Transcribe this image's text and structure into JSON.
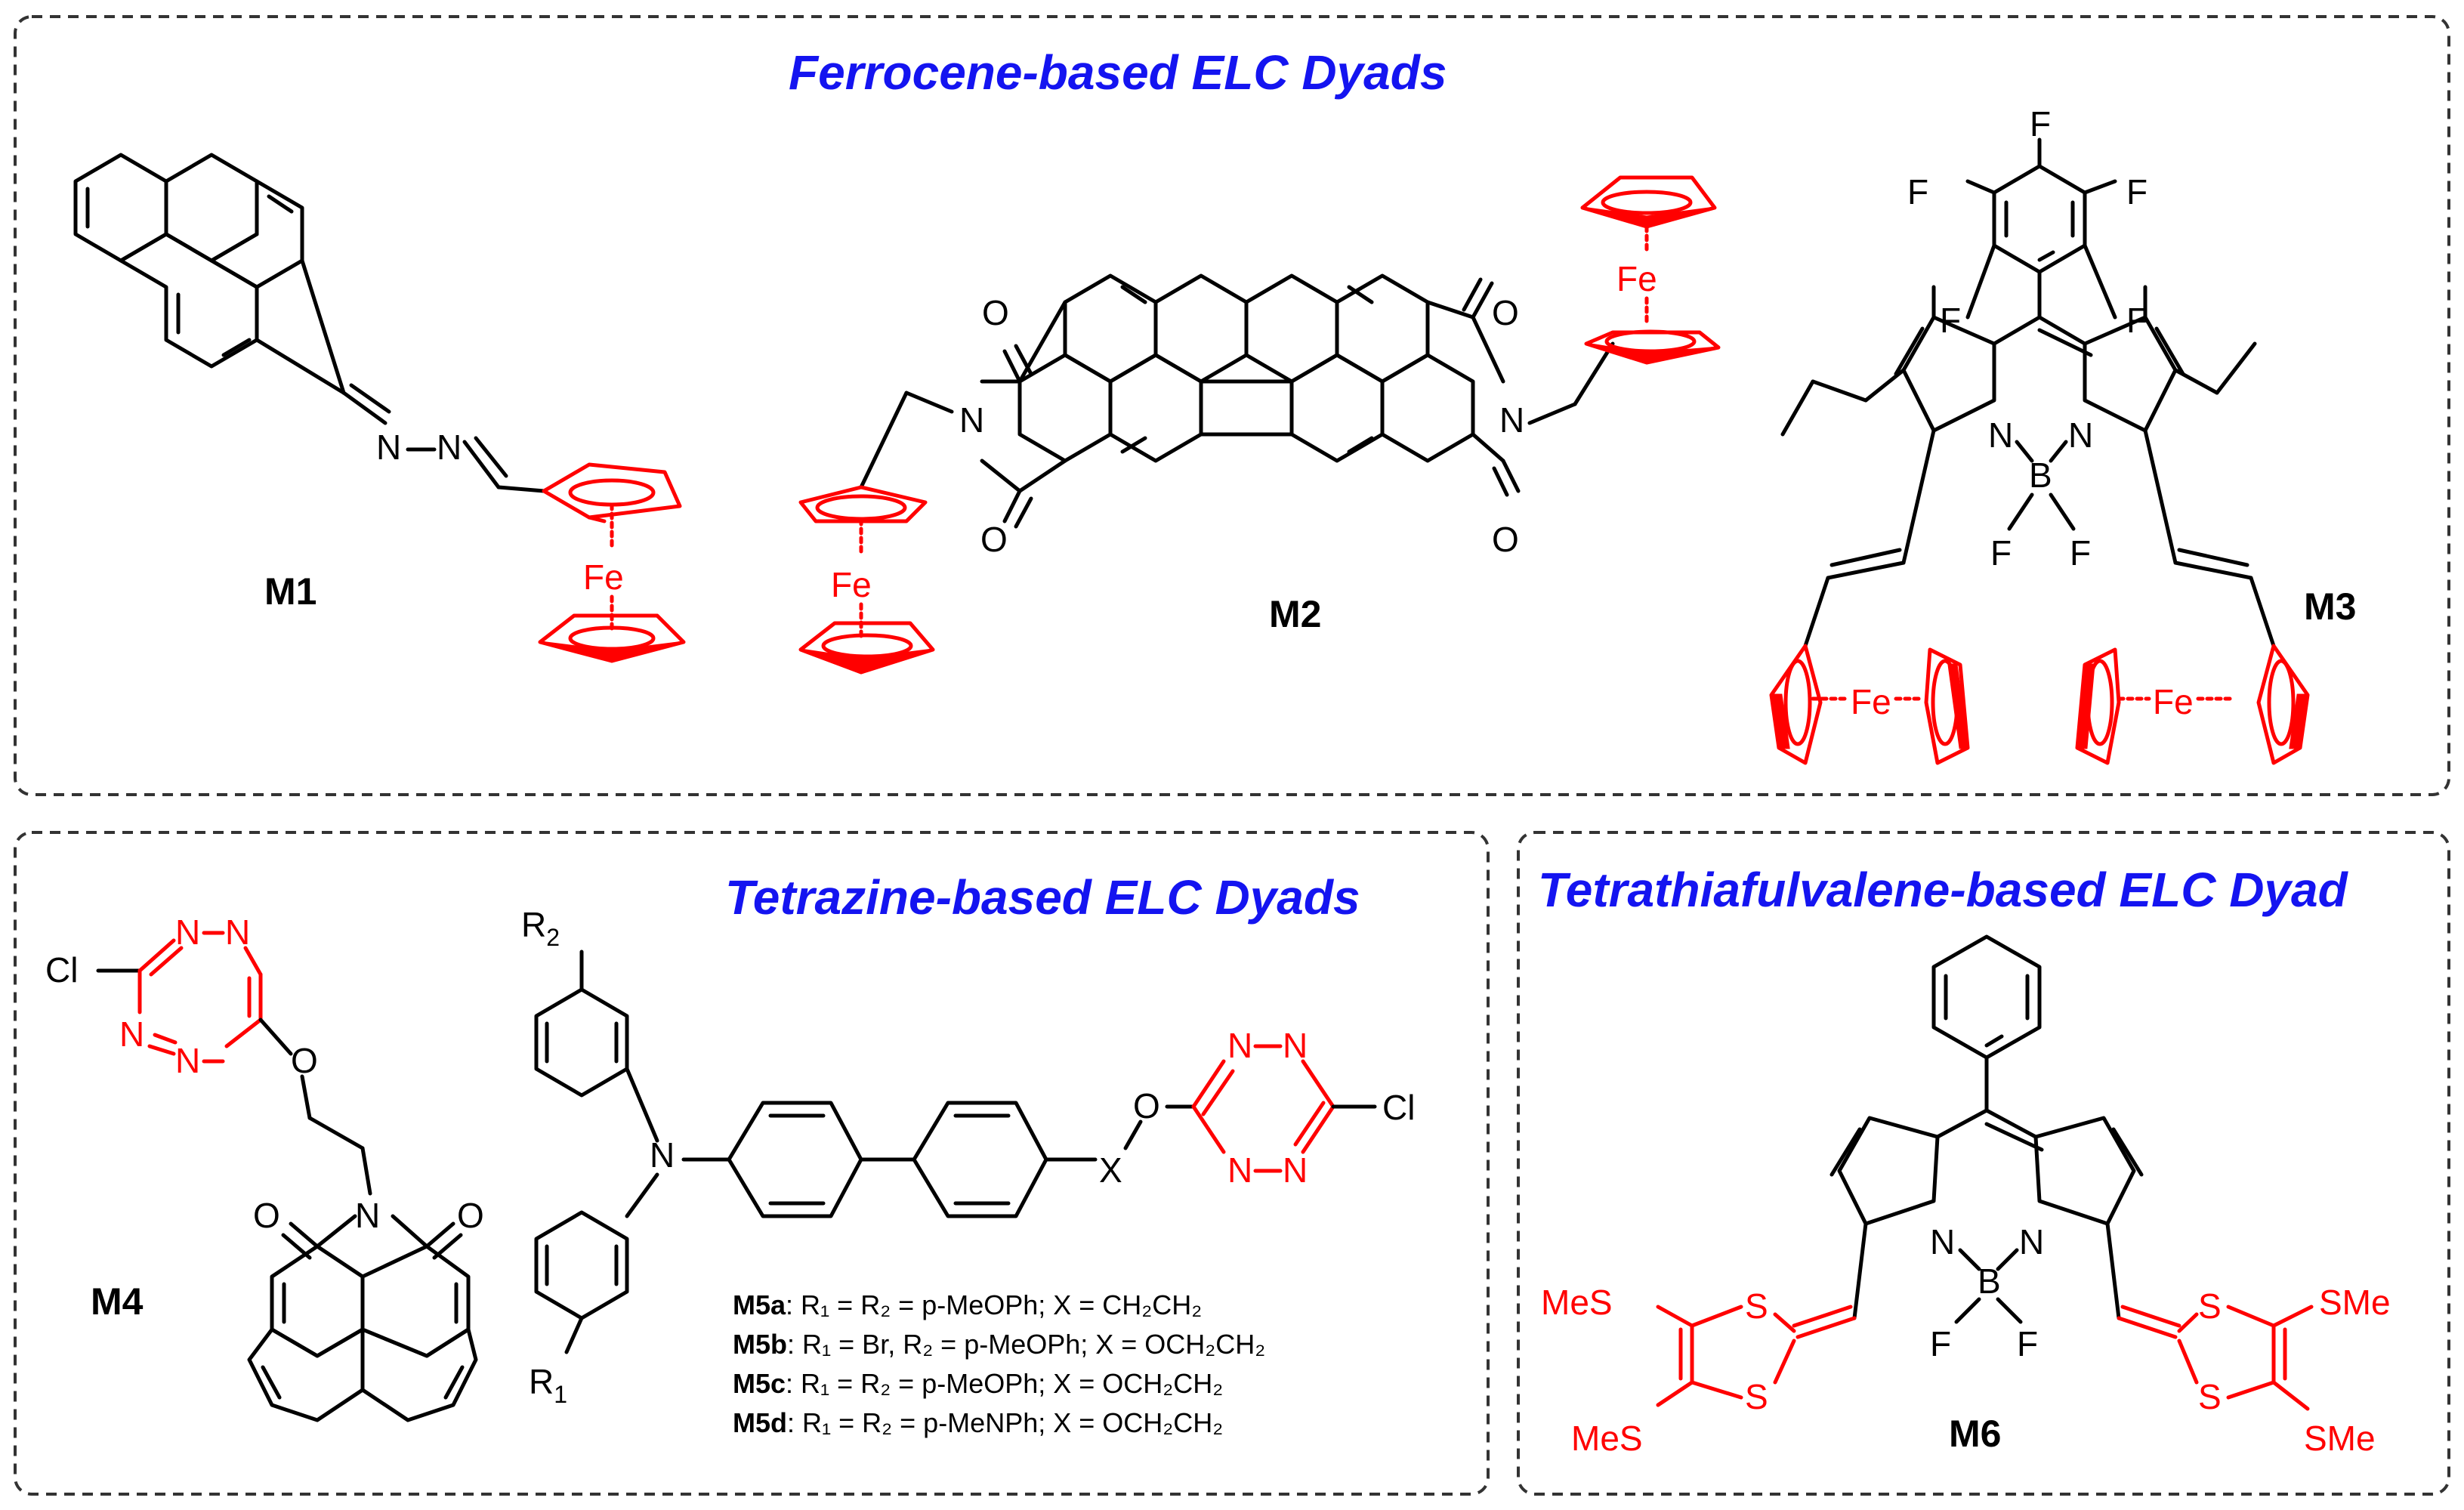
{
  "panels": {
    "ferrocene": {
      "title": "Ferrocene-based ELC Dyads"
    },
    "tetrazine": {
      "title": "Tetrazine-based ELC Dyads"
    },
    "ttf": {
      "title": "Tetrathiafulvalene-based ELC Dyad"
    }
  },
  "molecules": {
    "m1": "M1",
    "m2": "M2",
    "m3": "M3",
    "m4": "M4",
    "m6": "M6"
  },
  "atoms": {
    "fe": "Fe",
    "n": "N",
    "o": "O",
    "b": "B",
    "f": "F",
    "cl": "Cl",
    "s": "S",
    "x": "X",
    "mes": "MeS",
    "sme": "SMe",
    "r1": "R",
    "r1_sub": "1",
    "r2": "R",
    "r2_sub": "2"
  },
  "legend": [
    {
      "id": "M5a",
      "text": ": R₁ = R₂ = p-MeOPh; X = CH₂CH₂"
    },
    {
      "id": "M5b",
      "text": ": R₁ = Br, R₂ = p-MeOPh; X = OCH₂CH₂"
    },
    {
      "id": "M5c",
      "text": ": R₁ = R₂ = p-MeOPh; X = OCH₂CH₂"
    },
    {
      "id": "M5d",
      "text": ": R₁ = R₂ = p-MeNPh; X = OCH₂CH₂"
    }
  ],
  "colors": {
    "title": "#1414f0",
    "highlight": "#ff0000",
    "structure": "#000000"
  }
}
